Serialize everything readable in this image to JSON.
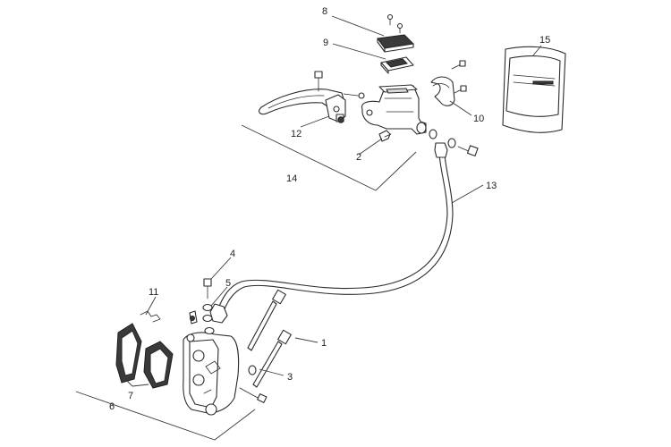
{
  "callouts": [
    {
      "number": "1"
    },
    {
      "number": "2"
    },
    {
      "number": "3"
    },
    {
      "number": "4"
    },
    {
      "number": "5"
    },
    {
      "number": "6"
    },
    {
      "number": "7"
    },
    {
      "number": "8"
    },
    {
      "number": "9"
    },
    {
      "number": "10"
    },
    {
      "number": "11"
    },
    {
      "number": "12"
    },
    {
      "number": "13"
    },
    {
      "number": "14"
    },
    {
      "number": "15"
    }
  ],
  "colors": {
    "line": "#2b2b2b",
    "shade": "#d9d9d9",
    "background": "#ffffff"
  }
}
